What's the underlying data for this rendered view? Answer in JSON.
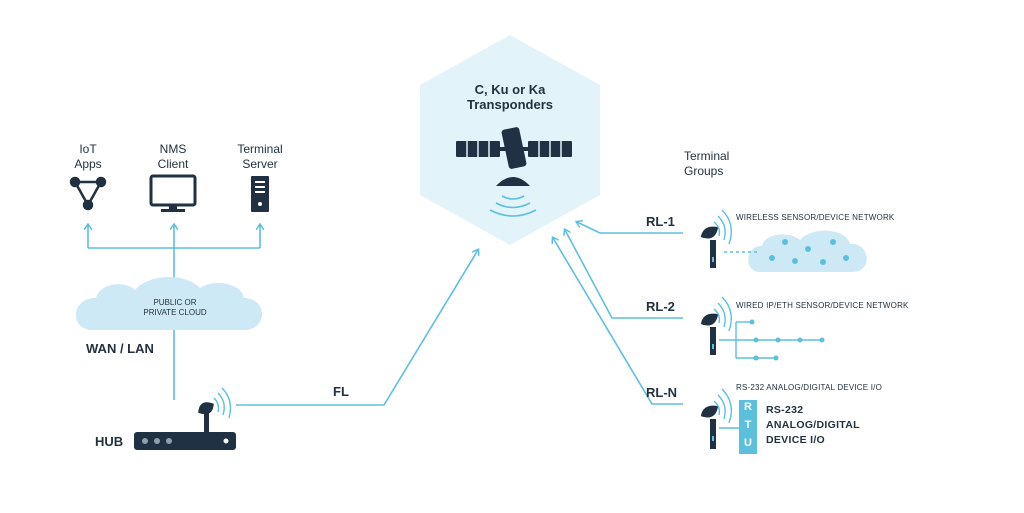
{
  "satellite": {
    "label_line1": "C, Ku or Ka",
    "label_line2": "Transponders"
  },
  "apps": [
    {
      "line1": "IoT",
      "line2": "Apps"
    },
    {
      "line1": "NMS",
      "line2": "Client"
    },
    {
      "line1": "Terminal",
      "line2": "Server"
    }
  ],
  "cloud": {
    "line1": "PUBLIC OR",
    "line2": "PRIVATE CLOUD"
  },
  "wan_label": "WAN / LAN",
  "hub_label": "HUB",
  "fl_label": "FL",
  "terminal_groups": {
    "line1": "Terminal",
    "line2": "Groups"
  },
  "links": [
    {
      "id": "RL-1",
      "caption": "WIRELESS SENSOR/DEVICE NETWORK"
    },
    {
      "id": "RL-2",
      "caption": "WIRED IP/ETH SENSOR/DEVICE NETWORK"
    },
    {
      "id": "RL-N",
      "caption": "RS-232 ANALOG/DIGITAL DEVICE I/O"
    }
  ],
  "rtu": {
    "letters": [
      "R",
      "T",
      "U"
    ],
    "text_line1": "RS-232",
    "text_line2": "ANALOG/DIGITAL",
    "text_line3": "DEVICE I/O"
  },
  "colors": {
    "accent": "#5bc0de",
    "hex_fill": "#e3f3fa",
    "cloud_fill": "#cde9f5",
    "dark": "#1f3142"
  }
}
